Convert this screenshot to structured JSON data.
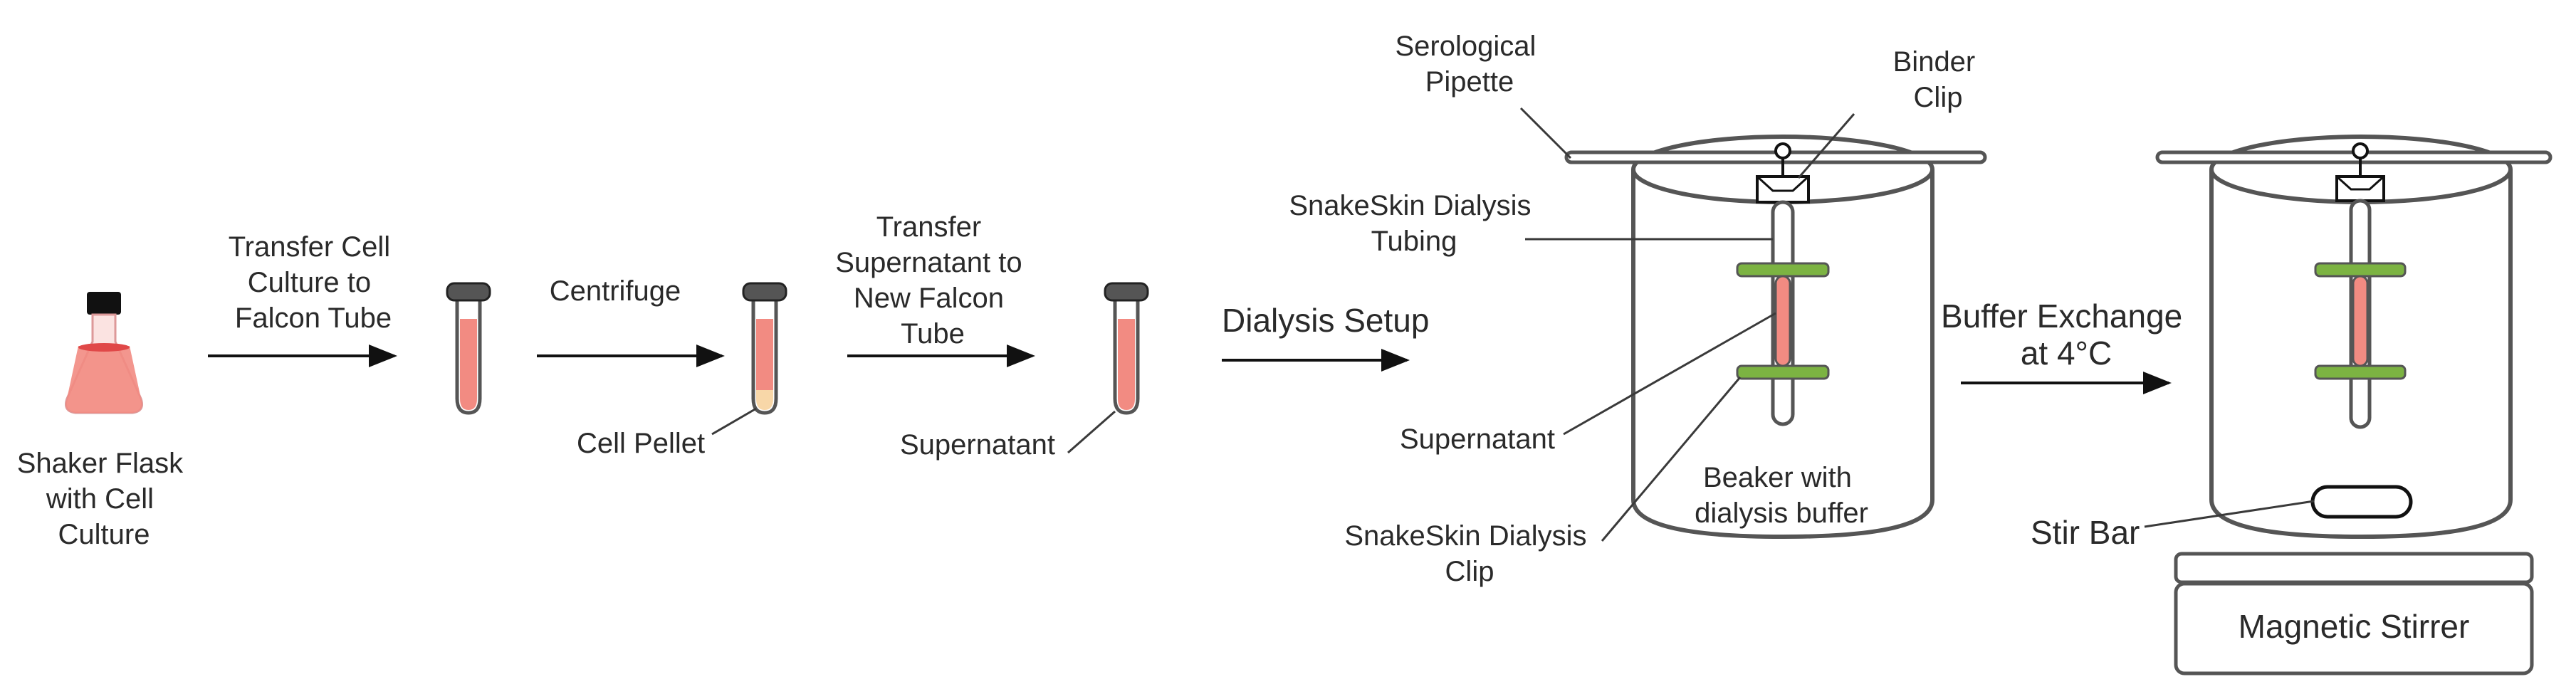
{
  "colors": {
    "media": "#f28b82",
    "pellet": "#f8d7a8",
    "cap": "#555555",
    "clip": "#7cb342",
    "outline": "#555555"
  },
  "labels": {
    "flask": [
      "Shaker Flask",
      "with Cell",
      "Culture"
    ],
    "step1": [
      "Transfer Cell",
      "Culture to",
      "Falcon Tube"
    ],
    "step2": [
      "Centrifuge"
    ],
    "step3": [
      "Transfer",
      "Supernatant to",
      "New Falcon",
      "Tube"
    ],
    "step4": [
      "Dialysis Setup"
    ],
    "step5": [
      "Buffer Exchange",
      "at 4°C"
    ],
    "cell_pellet": "Cell Pellet",
    "supernatant_tube": "Supernatant",
    "serological_pipette": [
      "Serological",
      "Pipette"
    ],
    "binder_clip": [
      "Binder",
      "Clip"
    ],
    "snakeskin_tubing": [
      "SnakeSkin Dialysis",
      "Tubing"
    ],
    "supernatant_beaker": "Supernatant",
    "beaker": [
      "Beaker with",
      "dialysis buffer"
    ],
    "snakeskin_clip": [
      "SnakeSkin Dialysis",
      "Clip"
    ],
    "stir_bar": "Stir Bar",
    "magnetic_stirrer": "Magnetic Stirrer"
  }
}
